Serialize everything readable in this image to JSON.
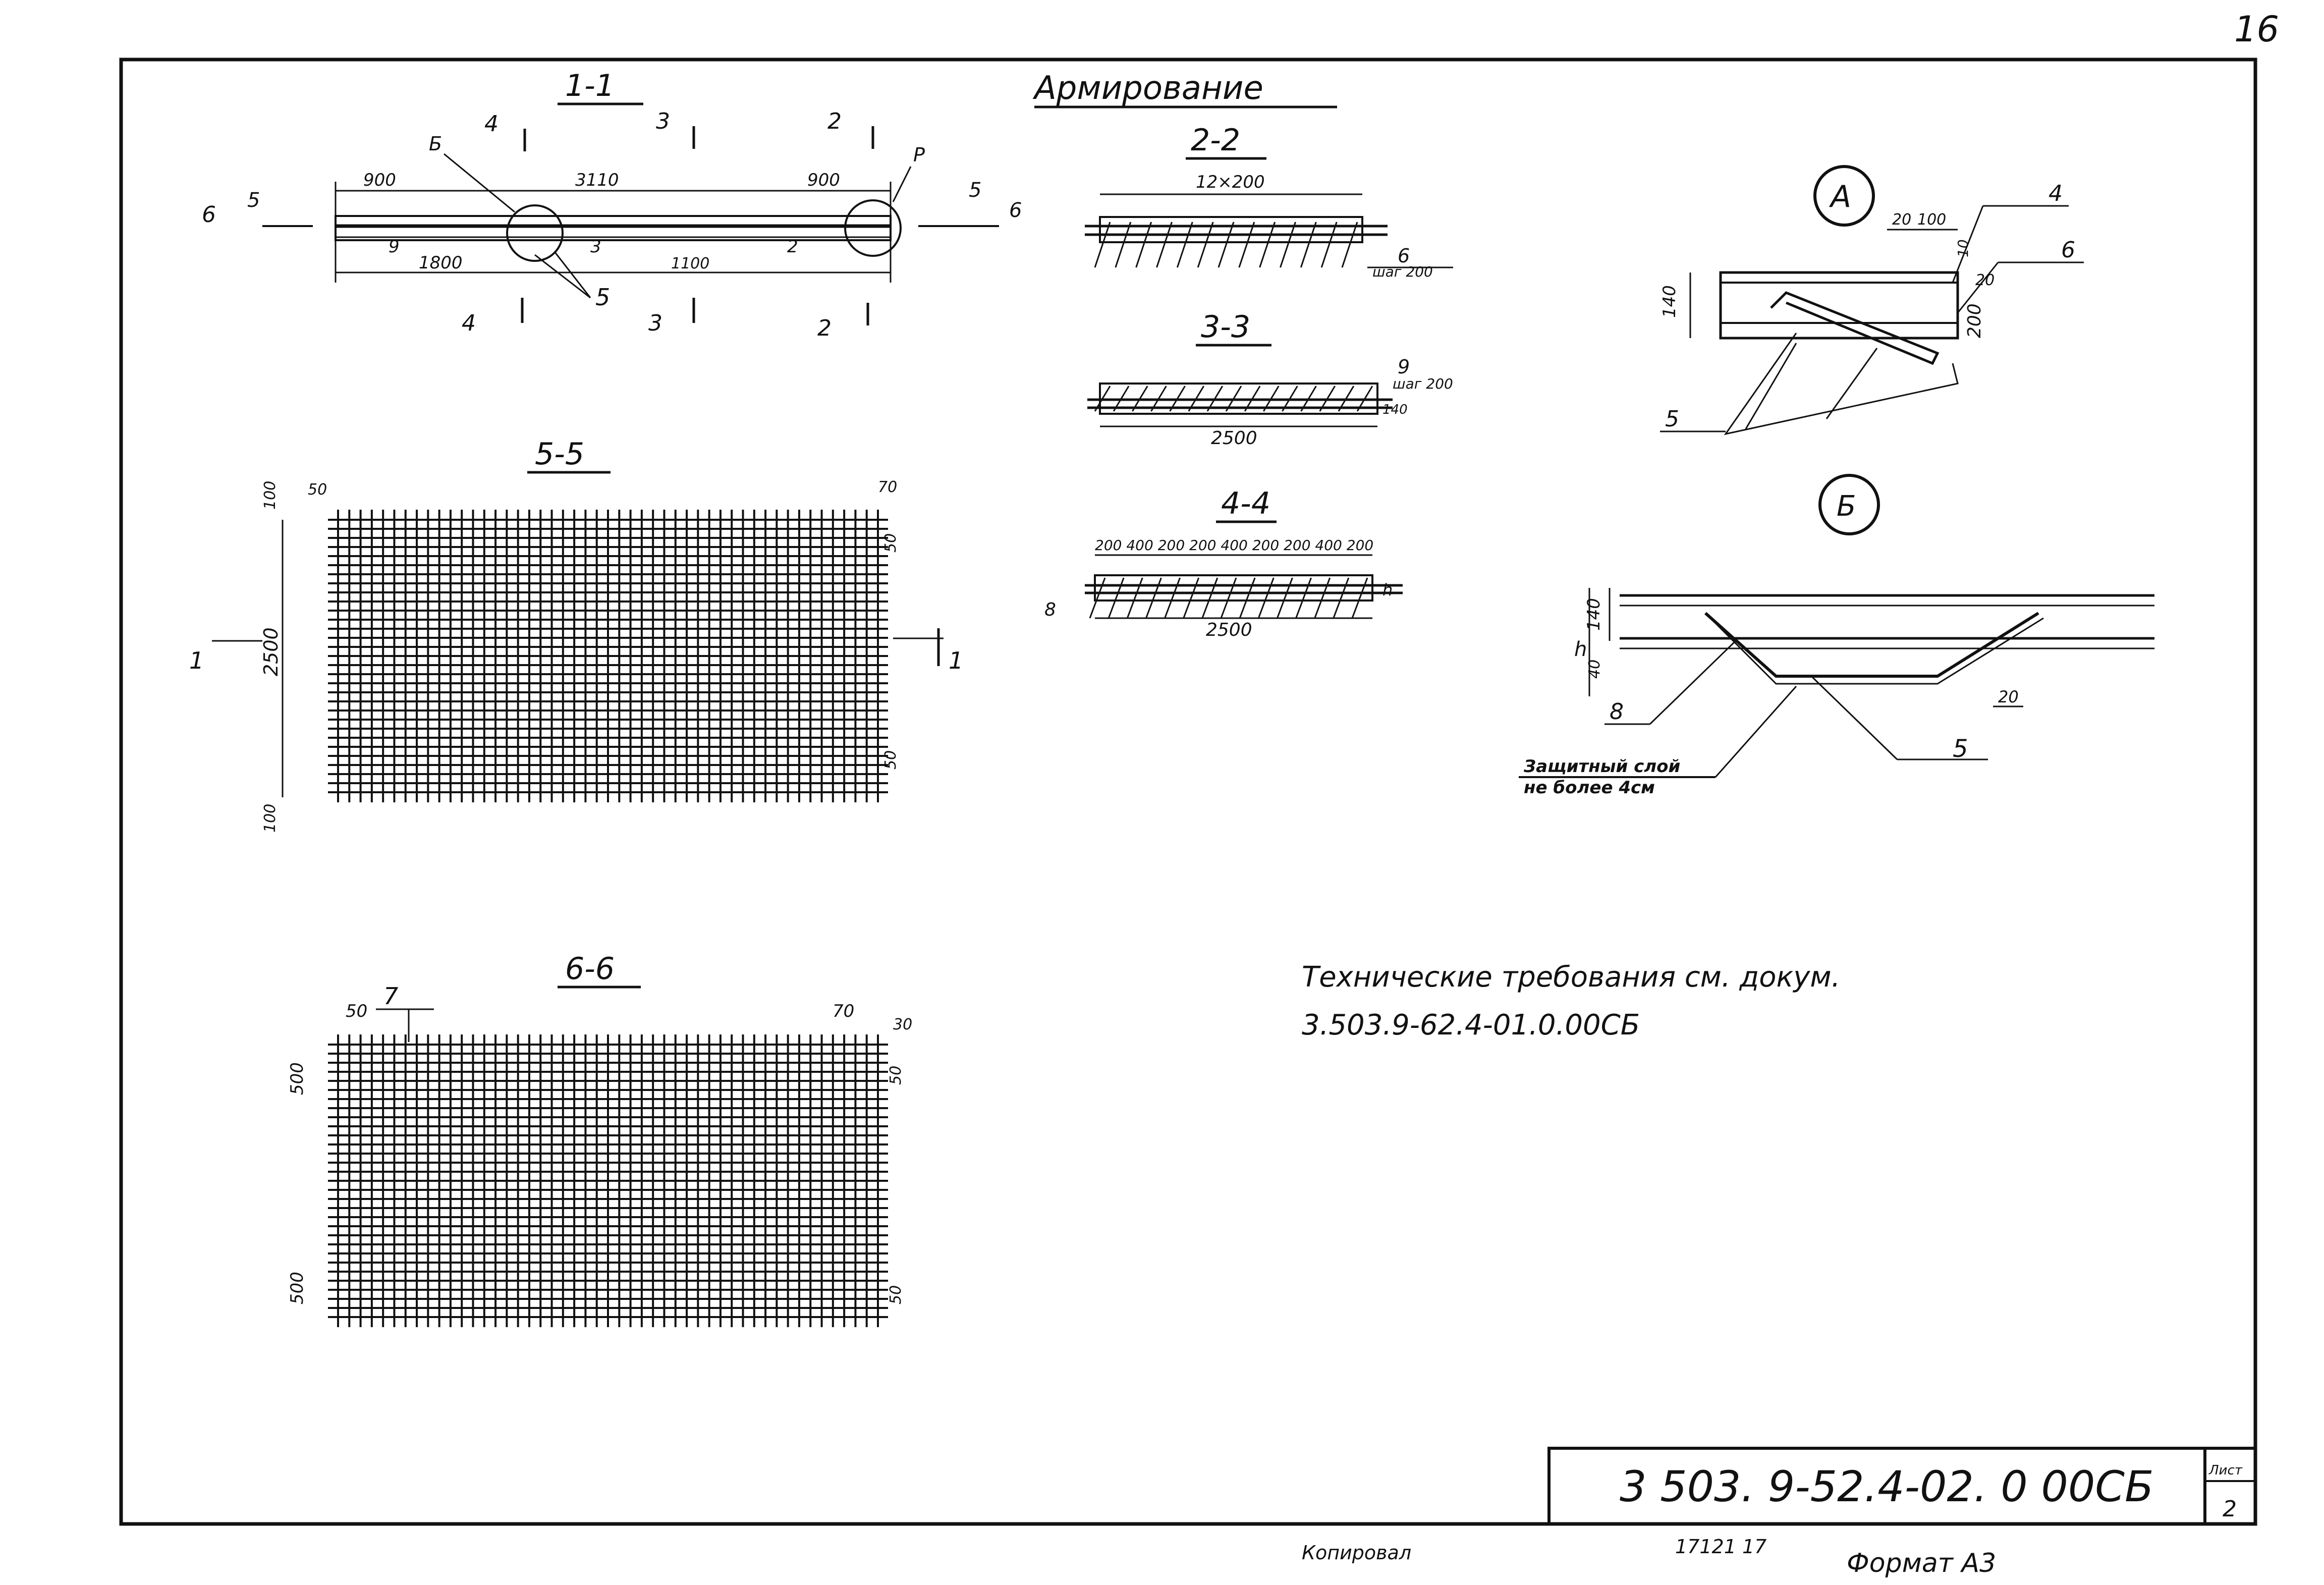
{
  "sheet": {
    "page_number": "16",
    "title": "Армирование",
    "doc_code": "3 503. 9-52.4-02. 0 00СБ",
    "sheet_label": "Лист",
    "sheet_no": "2",
    "footer_copied": "Копировал",
    "footer_order": "17121  17",
    "footer_format": "Формат А3"
  },
  "sections": {
    "s11": "1-1",
    "s22": "2-2",
    "s33": "3-3",
    "s44": "4-4",
    "s55": "5-5",
    "s66": "6-6"
  },
  "callouts": {
    "a": "А",
    "b": "Б"
  },
  "notes": {
    "line1": "Технические   требования  см. докум.",
    "line2": "3.503.9-62.4-01.0.00СБ"
  },
  "dims": {
    "s11_left": "900",
    "s11_center": "3110",
    "s11_right": "900",
    "s11_bottom": "1800",
    "s11_mid": "1100",
    "cut4": "4",
    "cut3": "3",
    "cut2": "2",
    "cut5": "5",
    "cut6": "6",
    "lbl_b": "Б",
    "lbl_p": "Р",
    "pos5": "5",
    "pos9": "9",
    "pos3": "3",
    "pos2": "2",
    "s22_top": "12×200",
    "s22_pos": "6",
    "s22_step": "шаг 200",
    "s33_pos": "9",
    "s33_step": "шаг 200",
    "s33_h": "140",
    "s33_len": "2500",
    "s44_top": "200 400 200 200 400 200 200 400 200",
    "s44_len": "2500",
    "s44_pos": "8",
    "s44_h": "h",
    "a_20": "20",
    "a_100": "100",
    "a_10": "10",
    "a_140": "140",
    "a_200": "200",
    "a_20b": "20",
    "a_pos4": "4",
    "a_pos6": "6",
    "a_pos5": "5",
    "b_h": "h",
    "b_140": "140",
    "b_40": "40",
    "b_20": "20",
    "b_pos8": "8",
    "b_pos5": "5",
    "b_note1": "Защитный слой",
    "b_note2": "не более 4см",
    "s55_100t": "100",
    "s55_50": "50",
    "s55_70": "70",
    "s55_50r": "50",
    "s55_2500": "2500",
    "s55_50rb": "50",
    "s55_100b": "100",
    "s55_cut": "1",
    "s66_pos7": "7",
    "s66_50": "50",
    "s66_70": "70",
    "s66_30": "30",
    "s66_500t": "500",
    "s66_50r": "50",
    "s66_500b": "500",
    "s66_50rb": "50"
  }
}
